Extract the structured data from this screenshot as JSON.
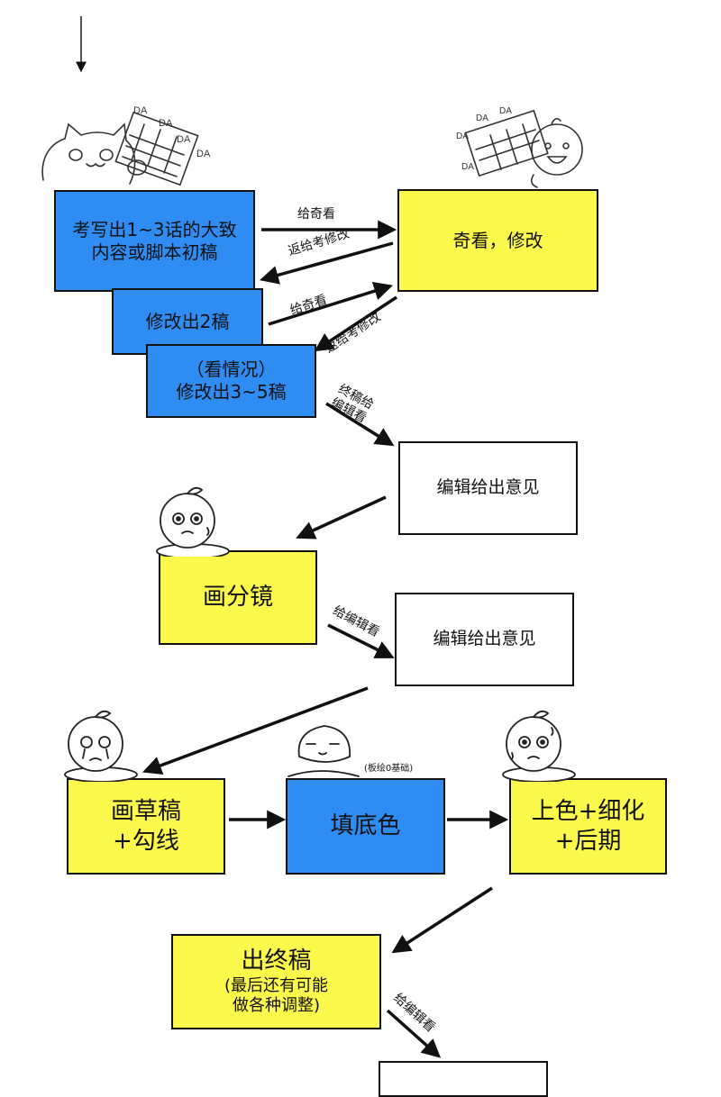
{
  "boxes": {
    "b1": "考写出1~3话的大致\n内容或脚本初稿",
    "b2": "奇看，修改",
    "b3": "修改出2稿",
    "b4": "（看情况）\n修改出3~5稿",
    "b5": "编辑给出意见",
    "b6": "画分镜",
    "b7": "编辑给出意见",
    "b8": "画草稿\n+勾线",
    "b9": "填底色",
    "b10": "上色+细化\n+后期",
    "b11_title": "出终稿",
    "b11_note": "(最后还有可能\n做各种调整)"
  },
  "arrows": {
    "a1": "给奇看",
    "a2": "返给考修改",
    "a3": "给奇看",
    "a4": "返给考修改",
    "a5": "终稿给\n编辑看",
    "a6": "给编辑看",
    "a7": "给编辑看"
  },
  "doodles": {
    "da_left": [
      "DA",
      "DA",
      "DA",
      "DA"
    ],
    "da_right": [
      "DA",
      "DA",
      "DA",
      "DA"
    ],
    "note_board": "(板绘0基础)"
  },
  "colors": {
    "blue": "#2f8cf2",
    "yellow": "#fbf94c",
    "stroke": "#111111"
  }
}
